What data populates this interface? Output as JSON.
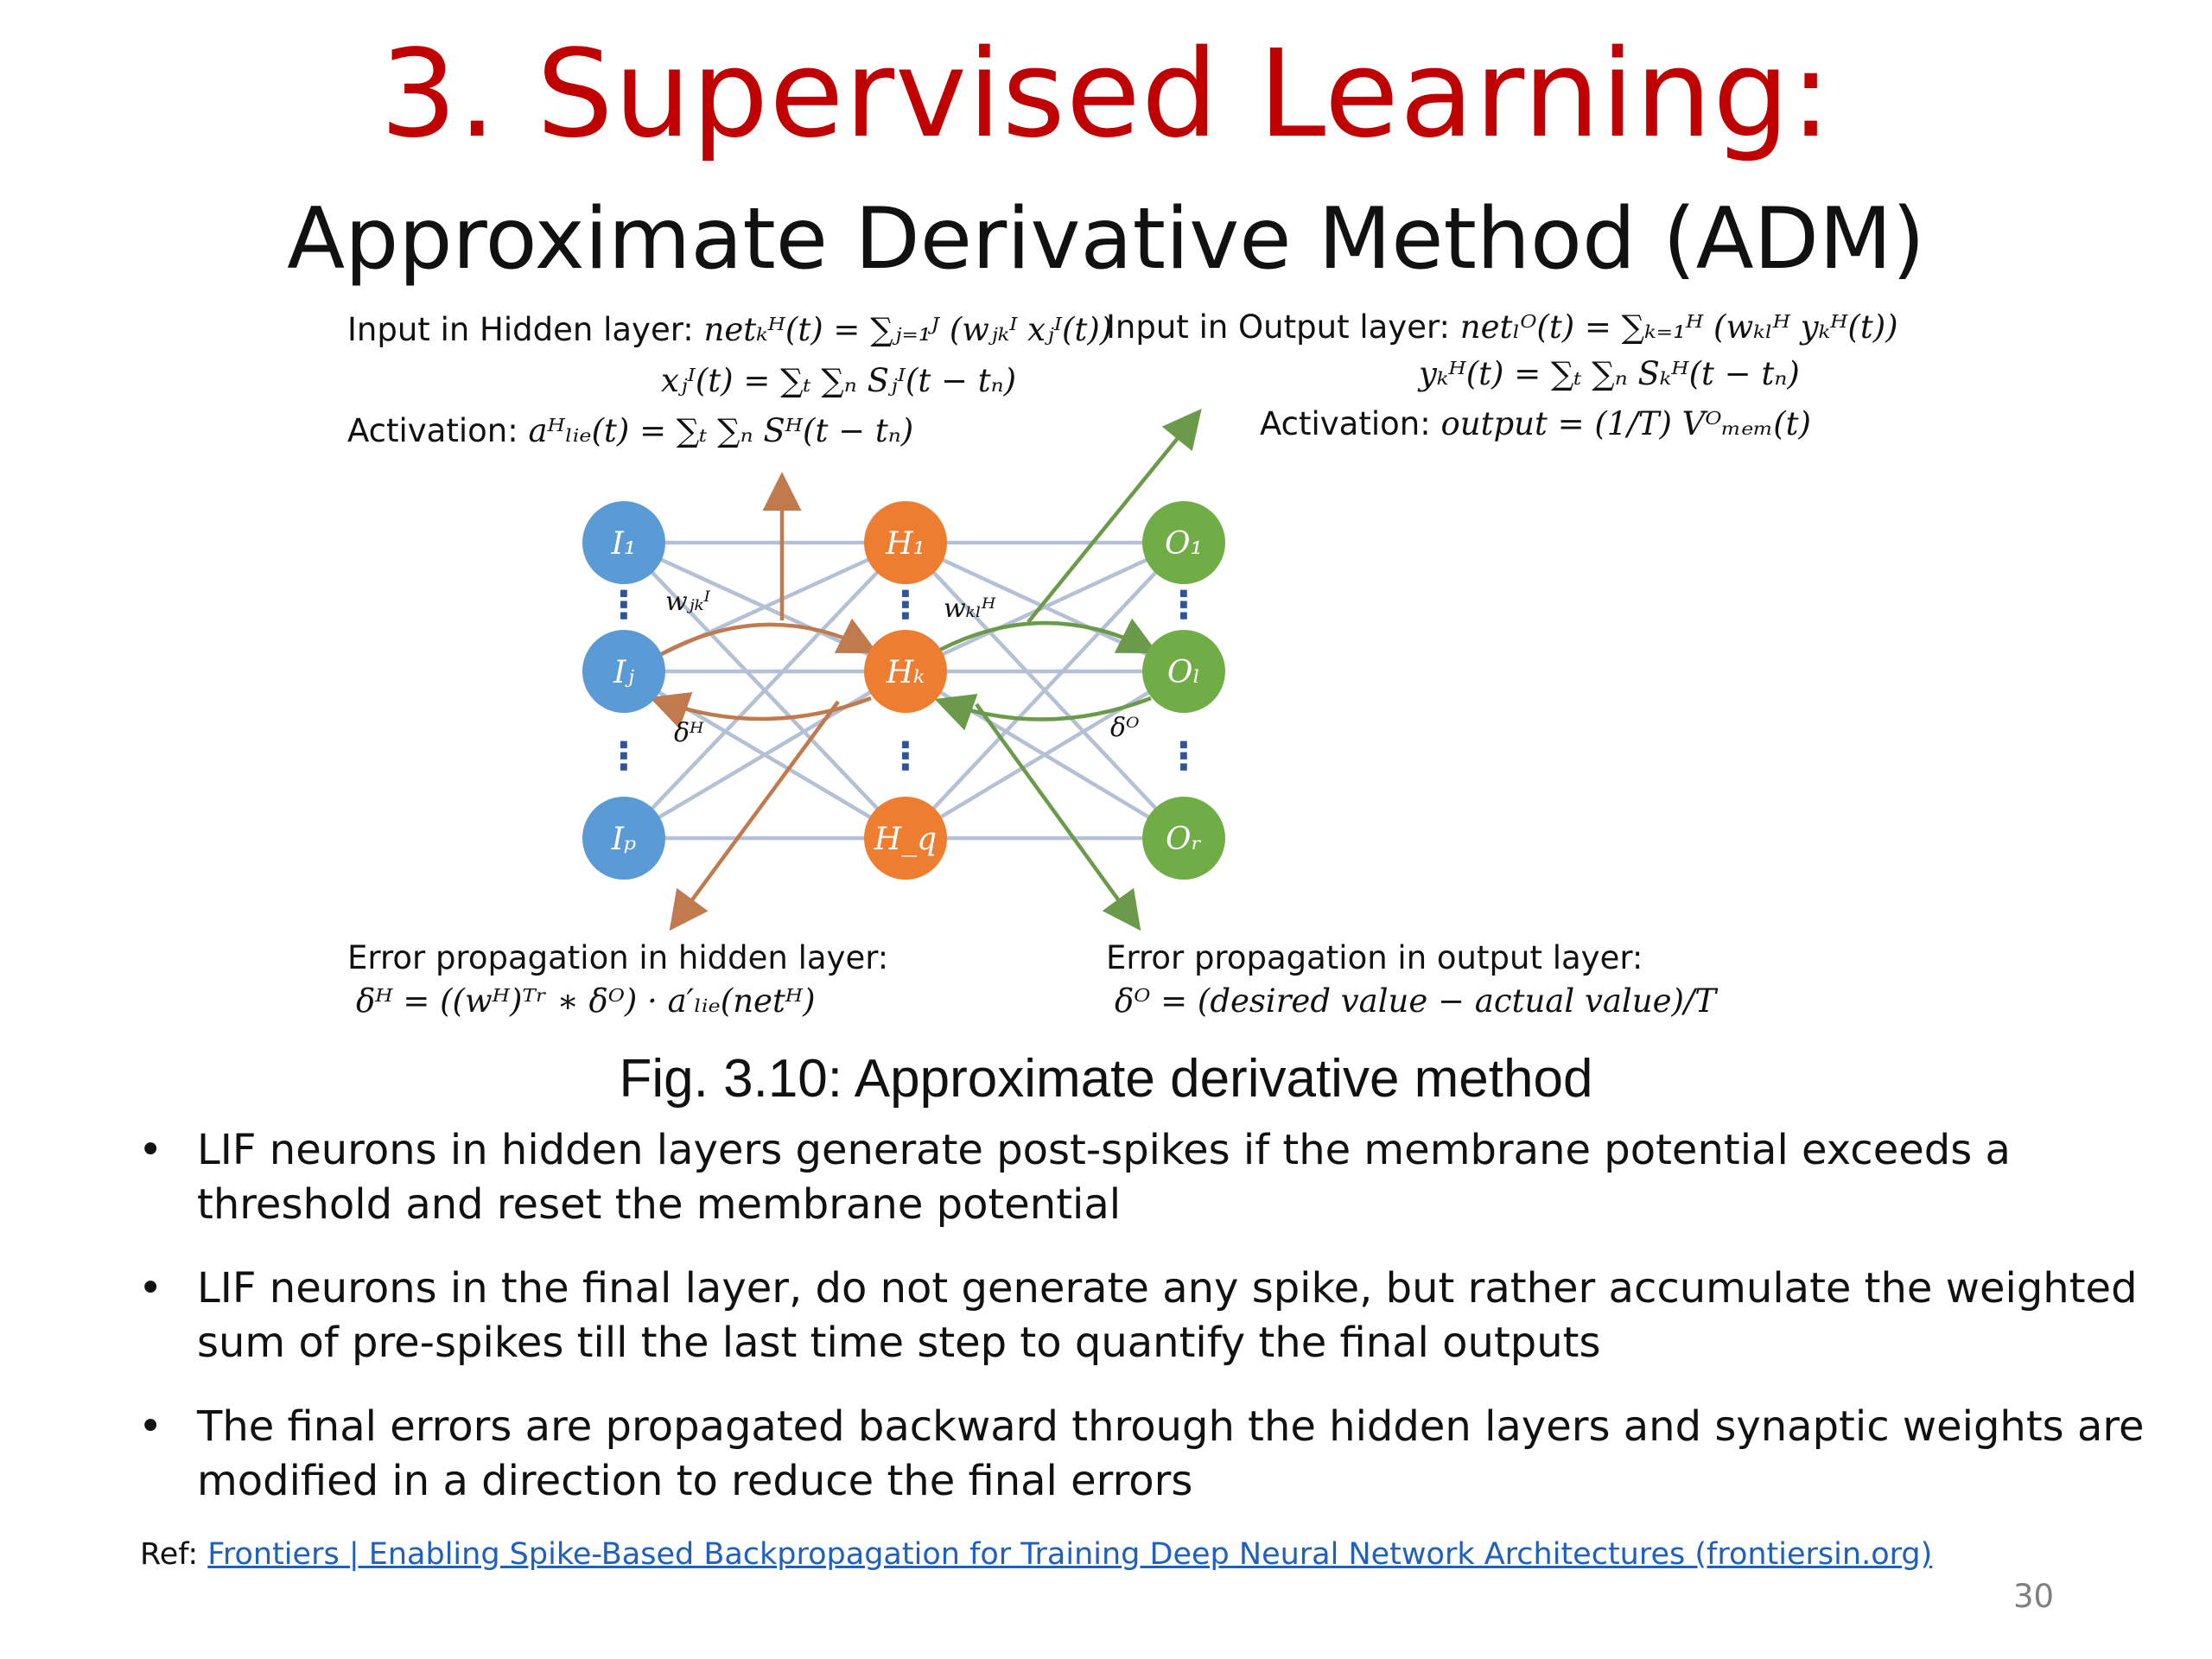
{
  "slide": {
    "title": "3. Supervised Learning:",
    "subtitle": "Approximate Derivative Method (ADM)",
    "caption": "Fig. 3.10: Approximate derivative method",
    "page_number": "30"
  },
  "equations": {
    "hidden_input_label": "Input in Hidden layer: ",
    "hidden_input_expr": "netₖᴴ(t) = ∑ⱼ₌₁ᴶ (wⱼₖᴵ xⱼᴵ(t))",
    "hidden_x_expr": "xⱼᴵ(t) = ∑ₜ ∑ₙ Sⱼᴵ(t − tₙ)",
    "hidden_activation_label": "Activation: ",
    "hidden_activation_expr": "aᴴₗᵢₑ(t) = ∑ₜ ∑ₙ Sᴴ(t − tₙ)",
    "output_input_label": "Input in Output layer: ",
    "output_input_expr": "netₗᴼ(t) = ∑ₖ₌₁ᴴ (wₖₗᴴ yₖᴴ(t))",
    "output_y_expr": "yₖᴴ(t) = ∑ₜ ∑ₙ Sₖᴴ(t − tₙ)",
    "output_activation_label": "Activation: ",
    "output_activation_expr": "output = (1/T) Vᴼₘₑₘ(t)",
    "hidden_error_label": "Error propagation in hidden layer:",
    "hidden_error_expr": "δᴴ = ((wᴴ)ᵀʳ ∗ δᴼ) · a′ₗᵢₑ(netᴴ)",
    "output_error_label": "Error propagation in output layer:",
    "output_error_expr": "δᴼ = (desired value  − actual value)/T"
  },
  "diagram": {
    "colors": {
      "input": "#5b9bd5",
      "hidden": "#ed7d31",
      "output": "#70ad47",
      "connection": "#b4c0d6",
      "hidden_arrow": "#c07a4e",
      "output_arrow": "#6a9a4a"
    },
    "nodes": {
      "I1": "I₁",
      "Ij": "Iⱼ",
      "Ip": "Iₚ",
      "H1": "H₁",
      "Hk": "Hₖ",
      "Hq": "H_q",
      "O1": "O₁",
      "Ol": "Oₗ",
      "Or": "Oᵣ"
    },
    "labels": {
      "w_input": "wⱼₖᴵ",
      "w_hidden": "wₖₗᴴ",
      "delta_h": "δᴴ",
      "delta_o": "δᴼ",
      "ellipsis": "⋮"
    }
  },
  "bullets": [
    "LIF neurons in hidden layers generate post-spikes if the membrane potential exceeds a threshold and reset the membrane potential",
    "LIF neurons in the final layer, do not generate any spike, but rather accumulate the weighted sum of pre-spikes till the last time step to quantify the final outputs",
    "The final errors are propagated backward through the hidden layers and synaptic weights are modified in a direction to reduce the final errors"
  ],
  "reference": {
    "prefix": "Ref: ",
    "link_text": "Frontiers | Enabling Spike-Based Backpropagation for Training Deep Neural Network Architectures (frontiersin.org)"
  }
}
